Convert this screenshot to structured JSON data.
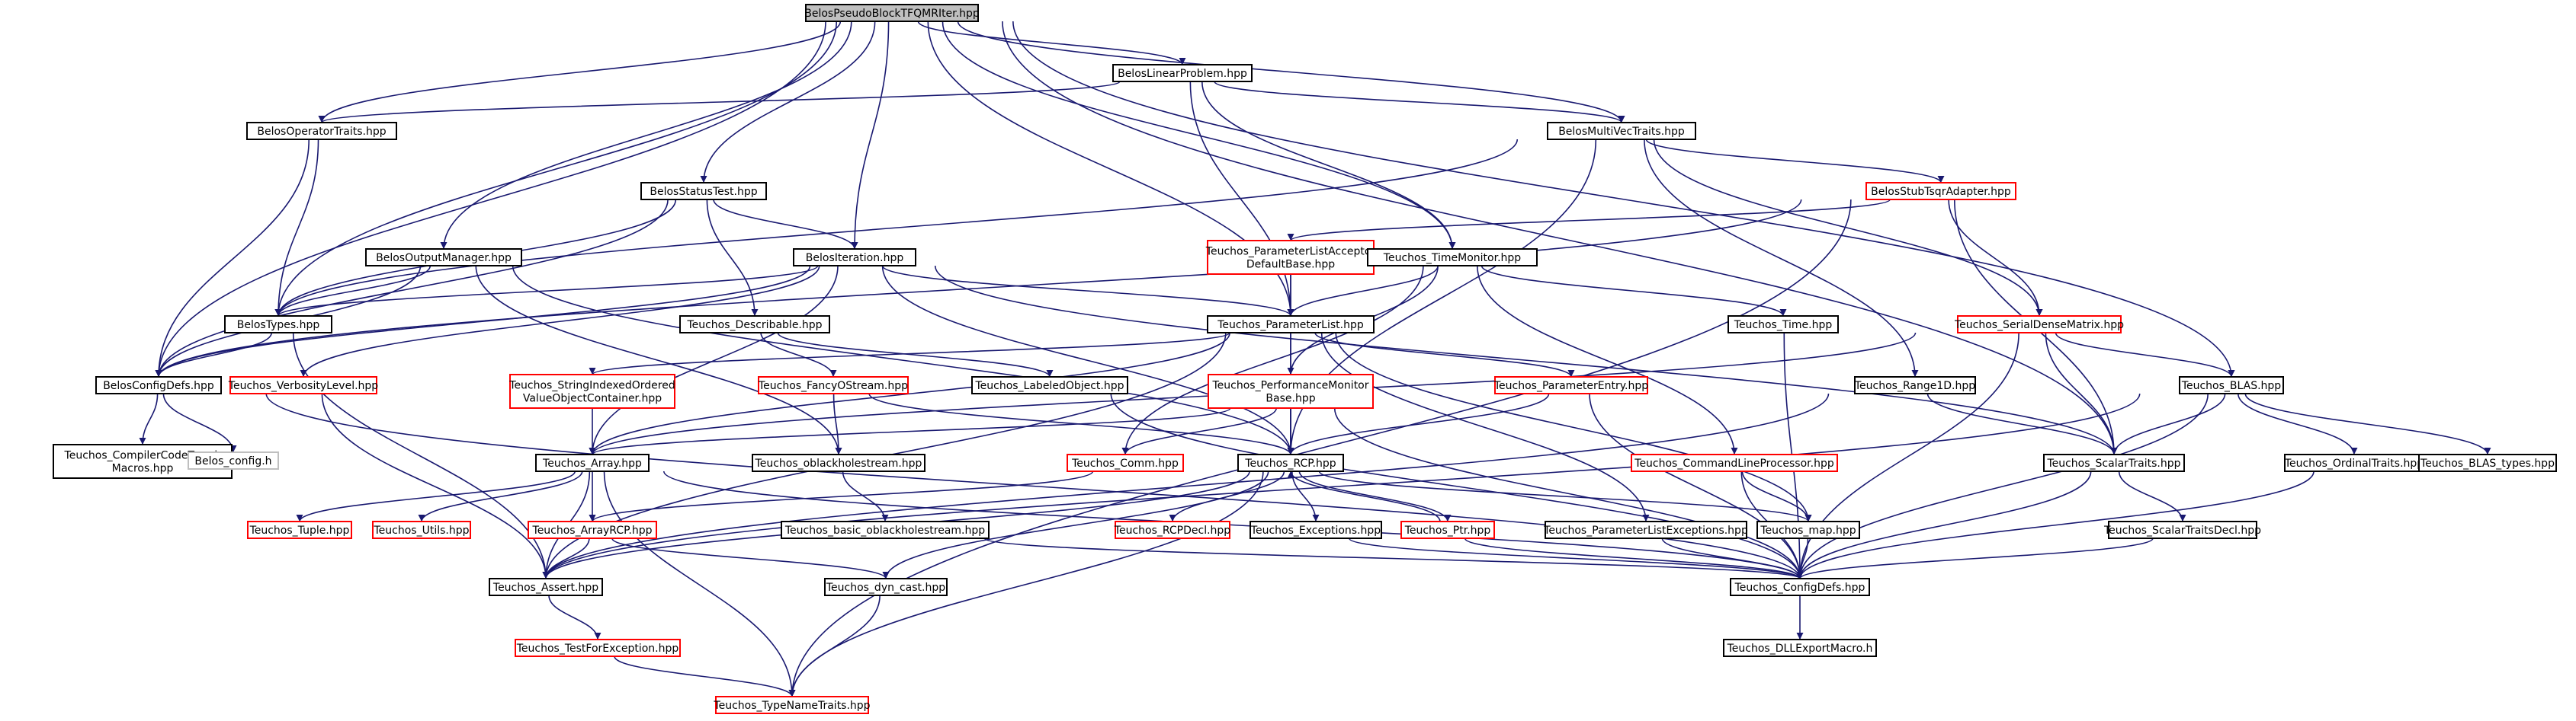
{
  "diagram": {
    "nodes": [
      {
        "id": "root",
        "lines": [
          "BelosPseudoBlockTFQMRIter.hpp"
        ],
        "color": "root"
      },
      {
        "id": "belos_lp",
        "lines": [
          "BelosLinearProblem.hpp"
        ],
        "color": "black"
      },
      {
        "id": "belos_opt",
        "lines": [
          "BelosOperatorTraits.hpp"
        ],
        "color": "black"
      },
      {
        "id": "belos_mvt",
        "lines": [
          "BelosMultiVecTraits.hpp"
        ],
        "color": "black"
      },
      {
        "id": "belos_st",
        "lines": [
          "BelosStatusTest.hpp"
        ],
        "color": "black"
      },
      {
        "id": "belos_stub",
        "lines": [
          "BelosStubTsqrAdapter.hpp"
        ],
        "color": "red"
      },
      {
        "id": "belos_om",
        "lines": [
          "BelosOutputManager.hpp"
        ],
        "color": "black"
      },
      {
        "id": "belos_iter",
        "lines": [
          "BelosIteration.hpp"
        ],
        "color": "black"
      },
      {
        "id": "t_plaodb",
        "lines": [
          "Teuchos_ParameterListAcceptor",
          "DefaultBase.hpp"
        ],
        "color": "red"
      },
      {
        "id": "t_tm",
        "lines": [
          "Teuchos_TimeMonitor.hpp"
        ],
        "color": "black"
      },
      {
        "id": "belos_types",
        "lines": [
          "BelosTypes.hpp"
        ],
        "color": "black"
      },
      {
        "id": "t_desc",
        "lines": [
          "Teuchos_Describable.hpp"
        ],
        "color": "black"
      },
      {
        "id": "t_pl",
        "lines": [
          "Teuchos_ParameterList.hpp"
        ],
        "color": "black"
      },
      {
        "id": "t_time",
        "lines": [
          "Teuchos_Time.hpp"
        ],
        "color": "black"
      },
      {
        "id": "t_sdm",
        "lines": [
          "Teuchos_SerialDenseMatrix.hpp"
        ],
        "color": "red"
      },
      {
        "id": "belos_cfg",
        "lines": [
          "BelosConfigDefs.hpp"
        ],
        "color": "black"
      },
      {
        "id": "t_vl",
        "lines": [
          "Teuchos_VerbosityLevel.hpp"
        ],
        "color": "red"
      },
      {
        "id": "t_sivovc",
        "lines": [
          "Teuchos_StringIndexedOrdered",
          "ValueObjectContainer.hpp"
        ],
        "color": "red"
      },
      {
        "id": "t_fos",
        "lines": [
          "Teuchos_FancyOStream.hpp"
        ],
        "color": "red"
      },
      {
        "id": "t_lo",
        "lines": [
          "Teuchos_LabeledObject.hpp"
        ],
        "color": "black"
      },
      {
        "id": "t_pmb",
        "lines": [
          "Teuchos_PerformanceMonitor",
          "Base.hpp"
        ],
        "color": "red"
      },
      {
        "id": "t_pe",
        "lines": [
          "Teuchos_ParameterEntry.hpp"
        ],
        "color": "red"
      },
      {
        "id": "t_r1d",
        "lines": [
          "Teuchos_Range1D.hpp"
        ],
        "color": "black"
      },
      {
        "id": "t_blas",
        "lines": [
          "Teuchos_BLAS.hpp"
        ],
        "color": "black"
      },
      {
        "id": "t_cctm",
        "lines": [
          "Teuchos_CompilerCodeTweak",
          "Macros.hpp"
        ],
        "color": "black"
      },
      {
        "id": "belos_config",
        "lines": [
          "Belos_config.h"
        ],
        "color": "gray"
      },
      {
        "id": "t_array",
        "lines": [
          "Teuchos_Array.hpp"
        ],
        "color": "black"
      },
      {
        "id": "t_obs",
        "lines": [
          "Teuchos_oblackholestream.hpp"
        ],
        "color": "black"
      },
      {
        "id": "t_comm",
        "lines": [
          "Teuchos_Comm.hpp"
        ],
        "color": "red"
      },
      {
        "id": "t_rcp",
        "lines": [
          "Teuchos_RCP.hpp"
        ],
        "color": "black"
      },
      {
        "id": "t_clp",
        "lines": [
          "Teuchos_CommandLineProcessor.hpp"
        ],
        "color": "red"
      },
      {
        "id": "t_st",
        "lines": [
          "Teuchos_ScalarTraits.hpp"
        ],
        "color": "black"
      },
      {
        "id": "t_ot",
        "lines": [
          "Teuchos_OrdinalTraits.hpp"
        ],
        "color": "black"
      },
      {
        "id": "t_blast",
        "lines": [
          "Teuchos_BLAS_types.hpp"
        ],
        "color": "black"
      },
      {
        "id": "t_tuple",
        "lines": [
          "Teuchos_Tuple.hpp"
        ],
        "color": "red"
      },
      {
        "id": "t_utils",
        "lines": [
          "Teuchos_Utils.hpp"
        ],
        "color": "red"
      },
      {
        "id": "t_arcp",
        "lines": [
          "Teuchos_ArrayRCP.hpp"
        ],
        "color": "red"
      },
      {
        "id": "t_bobs",
        "lines": [
          "Teuchos_basic_oblackholestream.hpp"
        ],
        "color": "black"
      },
      {
        "id": "t_rcpdecl",
        "lines": [
          "Teuchos_RCPDecl.hpp"
        ],
        "color": "red"
      },
      {
        "id": "t_exc",
        "lines": [
          "Teuchos_Exceptions.hpp"
        ],
        "color": "black"
      },
      {
        "id": "t_ptr",
        "lines": [
          "Teuchos_Ptr.hpp"
        ],
        "color": "red"
      },
      {
        "id": "t_plexc",
        "lines": [
          "Teuchos_ParameterListExceptions.hpp"
        ],
        "color": "black"
      },
      {
        "id": "t_map",
        "lines": [
          "Teuchos_map.hpp"
        ],
        "color": "black"
      },
      {
        "id": "t_stdecl",
        "lines": [
          "Teuchos_ScalarTraitsDecl.hpp"
        ],
        "color": "black"
      },
      {
        "id": "t_assert",
        "lines": [
          "Teuchos_Assert.hpp"
        ],
        "color": "black"
      },
      {
        "id": "t_dyn",
        "lines": [
          "Teuchos_dyn_cast.hpp"
        ],
        "color": "black"
      },
      {
        "id": "t_cfg",
        "lines": [
          "Teuchos_ConfigDefs.hpp"
        ],
        "color": "black"
      },
      {
        "id": "t_tfe",
        "lines": [
          "Teuchos_TestForException.hpp"
        ],
        "color": "red"
      },
      {
        "id": "t_dll",
        "lines": [
          "Teuchos_DLLExportMacro.h"
        ],
        "color": "black"
      },
      {
        "id": "t_tnt",
        "lines": [
          "Teuchos_TypeNameTraits.hpp"
        ],
        "color": "red"
      }
    ],
    "edges": [
      [
        "root",
        "belos_lp"
      ],
      [
        "root",
        "belos_opt"
      ],
      [
        "root",
        "belos_mvt"
      ],
      [
        "root",
        "belos_st"
      ],
      [
        "root",
        "belos_om"
      ],
      [
        "root",
        "belos_iter"
      ],
      [
        "root",
        "t_tm"
      ],
      [
        "root",
        "belos_types"
      ],
      [
        "root",
        "belos_cfg"
      ],
      [
        "root",
        "t_pl"
      ],
      [
        "root",
        "t_blas"
      ],
      [
        "root",
        "t_st"
      ],
      [
        "belos_lp",
        "belos_opt"
      ],
      [
        "belos_lp",
        "belos_mvt"
      ],
      [
        "belos_lp",
        "t_tm"
      ],
      [
        "belos_lp",
        "t_pl"
      ],
      [
        "belos_opt",
        "belos_types"
      ],
      [
        "belos_opt",
        "belos_cfg"
      ],
      [
        "belos_mvt",
        "belos_types"
      ],
      [
        "belos_mvt",
        "belos_stub"
      ],
      [
        "belos_mvt",
        "t_sdm"
      ],
      [
        "belos_mvt",
        "t_r1d"
      ],
      [
        "belos_mvt",
        "t_rcp"
      ],
      [
        "belos_st",
        "belos_iter"
      ],
      [
        "belos_st",
        "belos_types"
      ],
      [
        "belos_st",
        "belos_cfg"
      ],
      [
        "belos_st",
        "t_desc"
      ],
      [
        "belos_stub",
        "t_plaodb"
      ],
      [
        "belos_stub",
        "belos_cfg"
      ],
      [
        "belos_stub",
        "t_sdm"
      ],
      [
        "belos_stub",
        "t_st"
      ],
      [
        "belos_stub",
        "t_tnt"
      ],
      [
        "belos_om",
        "belos_types"
      ],
      [
        "belos_om",
        "belos_cfg"
      ],
      [
        "belos_om",
        "t_obs"
      ],
      [
        "belos_om",
        "t_rcp"
      ],
      [
        "belos_iter",
        "belos_types"
      ],
      [
        "belos_iter",
        "belos_cfg"
      ],
      [
        "belos_iter",
        "t_pl"
      ],
      [
        "belos_iter",
        "t_rcp"
      ],
      [
        "belos_iter",
        "t_array"
      ],
      [
        "belos_iter",
        "t_st"
      ],
      [
        "belos_iter",
        "t_vl"
      ],
      [
        "t_plaodb",
        "t_pl"
      ],
      [
        "t_plaodb",
        "t_rcp"
      ],
      [
        "t_tm",
        "t_pl"
      ],
      [
        "t_tm",
        "t_time"
      ],
      [
        "t_tm",
        "t_pmb"
      ],
      [
        "t_tm",
        "t_comm"
      ],
      [
        "t_tm",
        "t_clp"
      ],
      [
        "belos_types",
        "belos_cfg"
      ],
      [
        "belos_types",
        "t_assert"
      ],
      [
        "t_desc",
        "t_fos"
      ],
      [
        "t_desc",
        "t_lo"
      ],
      [
        "t_pl",
        "t_sivovc"
      ],
      [
        "t_pl",
        "t_pe"
      ],
      [
        "t_pl",
        "t_rcp"
      ],
      [
        "t_pl",
        "t_array"
      ],
      [
        "t_pl",
        "t_map"
      ],
      [
        "t_pl",
        "t_plexc"
      ],
      [
        "t_pl",
        "t_assert"
      ],
      [
        "t_time",
        "t_cfg"
      ],
      [
        "t_sdm",
        "t_blas"
      ],
      [
        "t_sdm",
        "t_st"
      ],
      [
        "t_sdm",
        "t_cfg"
      ],
      [
        "t_sdm",
        "t_array"
      ],
      [
        "belos_cfg",
        "t_cctm"
      ],
      [
        "belos_cfg",
        "belos_config"
      ],
      [
        "belos_cfg",
        "t_cfg"
      ],
      [
        "t_vl",
        "t_assert"
      ],
      [
        "t_sivovc",
        "t_array"
      ],
      [
        "t_fos",
        "t_obs"
      ],
      [
        "t_fos",
        "t_rcp"
      ],
      [
        "t_lo",
        "t_cfg"
      ],
      [
        "t_pmb",
        "t_array"
      ],
      [
        "t_pmb",
        "t_comm"
      ],
      [
        "t_pmb",
        "t_rcp"
      ],
      [
        "t_pmb",
        "t_cfg"
      ],
      [
        "t_pe",
        "t_rcp"
      ],
      [
        "t_pe",
        "t_cfg"
      ],
      [
        "t_r1d",
        "t_st"
      ],
      [
        "t_r1d",
        "t_assert"
      ],
      [
        "t_blas",
        "t_st"
      ],
      [
        "t_blas",
        "t_ot"
      ],
      [
        "t_blas",
        "t_blast"
      ],
      [
        "t_blas",
        "t_cfg"
      ],
      [
        "t_blas",
        "t_assert"
      ],
      [
        "t_array",
        "t_tuple"
      ],
      [
        "t_array",
        "t_utils"
      ],
      [
        "t_array",
        "t_arcp"
      ],
      [
        "t_array",
        "t_assert"
      ],
      [
        "t_array",
        "t_tnt"
      ],
      [
        "t_array",
        "t_cfg"
      ],
      [
        "t_obs",
        "t_bobs"
      ],
      [
        "t_comm",
        "t_arcp"
      ],
      [
        "t_rcp",
        "t_rcpdecl"
      ],
      [
        "t_rcp",
        "t_exc"
      ],
      [
        "t_rcp",
        "t_ptr"
      ],
      [
        "t_rcp",
        "t_map"
      ],
      [
        "t_rcp",
        "t_dyn"
      ],
      [
        "t_rcp",
        "t_assert"
      ],
      [
        "t_rcp",
        "t_tnt"
      ],
      [
        "t_clp",
        "t_map"
      ],
      [
        "t_clp",
        "t_cfg"
      ],
      [
        "t_st",
        "t_stdecl"
      ],
      [
        "t_st",
        "t_cfg"
      ],
      [
        "t_ot",
        "t_cfg"
      ],
      [
        "t_arcp",
        "t_assert"
      ],
      [
        "t_arcp",
        "t_dyn"
      ],
      [
        "t_bobs",
        "t_cfg"
      ],
      [
        "t_exc",
        "t_cfg"
      ],
      [
        "t_ptr",
        "t_rcp"
      ],
      [
        "t_ptr",
        "t_cfg"
      ],
      [
        "t_plexc",
        "t_cfg"
      ],
      [
        "t_map",
        "t_cfg"
      ],
      [
        "t_stdecl",
        "t_cfg"
      ],
      [
        "t_assert",
        "t_tfe"
      ],
      [
        "t_dyn",
        "t_tnt"
      ],
      [
        "t_cfg",
        "t_dll"
      ],
      [
        "t_tfe",
        "t_tnt"
      ]
    ]
  }
}
